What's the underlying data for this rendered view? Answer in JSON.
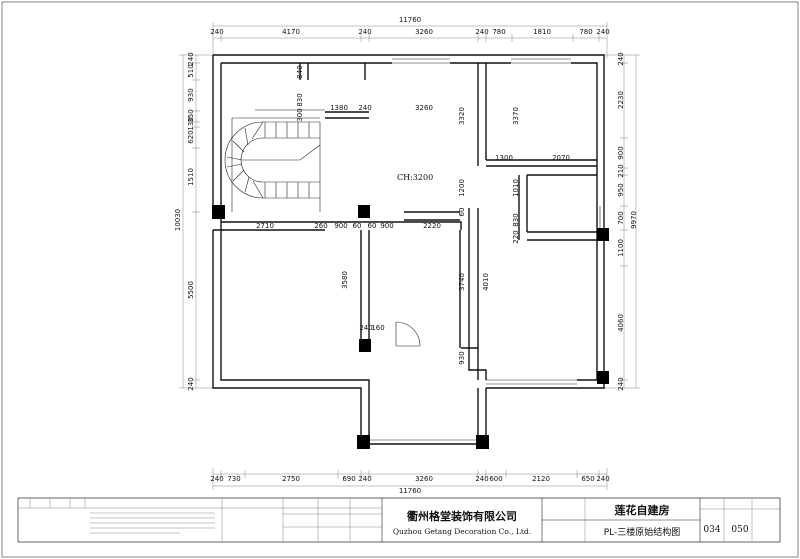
{
  "dimensions": {
    "top_total": "11760",
    "top_segments": [
      "240",
      "4170",
      "240",
      "3260",
      "240",
      "780",
      "1810",
      "780",
      "240"
    ],
    "bottom_total": "11760",
    "bottom_segments": [
      "240",
      "730",
      "2750",
      "690",
      "240",
      "3260",
      "240",
      "600",
      "2120",
      "650",
      "240"
    ],
    "left_total": "10030",
    "left_segments": [
      "240",
      "510",
      "930",
      "350",
      "130",
      "620",
      "1510",
      "5500",
      "240"
    ],
    "right_total": "9970",
    "right_segments": [
      "240",
      "2230",
      "900",
      "210",
      "950",
      "700",
      "1100",
      "4060",
      "240"
    ],
    "interior": [
      "840",
      "830",
      "300",
      "1380",
      "240",
      "3260",
      "3320",
      "3370",
      "1300",
      "2070",
      "1200",
      "1010",
      "60",
      "830",
      "220",
      "2710",
      "260",
      "900",
      "60",
      "60",
      "900",
      "2220",
      "3580",
      "3740",
      "4010",
      "240",
      "160",
      "930"
    ]
  },
  "ceiling_height": "CH:3200",
  "title_block": {
    "company_cn": "衢州格堂装饰有限公司",
    "company_en": "Quzhou Getang Decoration Co., Ltd.",
    "project_name": "莲花自建房",
    "drawing_title": "PL-三楼原始结构图",
    "sheet_no": "034",
    "total_sheets": "050"
  }
}
